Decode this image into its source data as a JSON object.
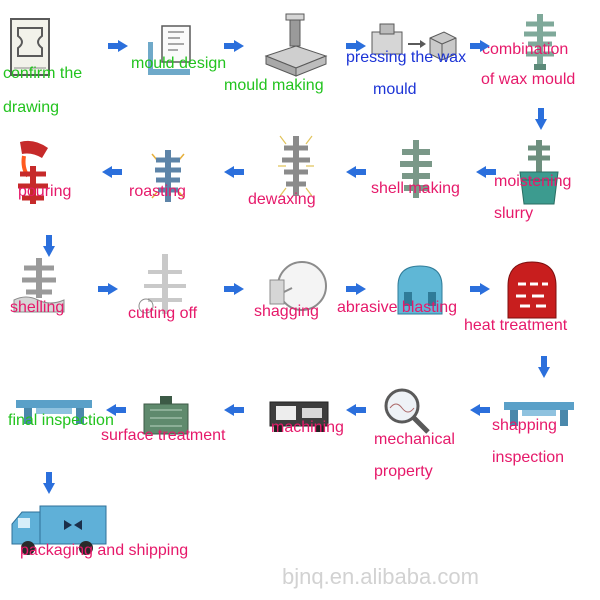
{
  "colors": {
    "green": "#22c31e",
    "pink": "#e6196a",
    "blue": "#1c34d6",
    "arrow": "#2b6fdc",
    "watermark": "#d2d2d2"
  },
  "steps": [
    {
      "id": "confirm-the-drawing",
      "lines": [
        "confirm the",
        "drawing"
      ],
      "color": "green",
      "icon": "drawing-icon"
    },
    {
      "id": "mould-design",
      "lines": [
        "mould design"
      ],
      "color": "green",
      "icon": "design-icon"
    },
    {
      "id": "mould-making",
      "lines": [
        "mould making"
      ],
      "color": "green",
      "icon": "mould-icon"
    },
    {
      "id": "pressing-the-wax-mould",
      "lines": [
        "pressing the wax",
        "mould"
      ],
      "color": "blue",
      "icon": "press-icon"
    },
    {
      "id": "combination-of-wax-mould",
      "lines": [
        "combination",
        "of wax mould"
      ],
      "color": "pink",
      "icon": "tree-icon"
    },
    {
      "id": "moistening-slurry",
      "lines": [
        "moistening",
        "slurry"
      ],
      "color": "pink",
      "icon": "slurry-icon"
    },
    {
      "id": "shell-making",
      "lines": [
        "shell making"
      ],
      "color": "pink",
      "icon": "shell-icon"
    },
    {
      "id": "dewaxing",
      "lines": [
        "dewaxing"
      ],
      "color": "pink",
      "icon": "dewax-icon"
    },
    {
      "id": "roasting",
      "lines": [
        "roasting"
      ],
      "color": "pink",
      "icon": "roast-icon"
    },
    {
      "id": "pouring",
      "lines": [
        "pouring"
      ],
      "color": "pink",
      "icon": "pour-icon"
    },
    {
      "id": "shelling",
      "lines": [
        "shelling"
      ],
      "color": "pink",
      "icon": "shelling-icon"
    },
    {
      "id": "cutting-off",
      "lines": [
        "cutting off"
      ],
      "color": "pink",
      "icon": "cut-icon"
    },
    {
      "id": "shagging",
      "lines": [
        "shagging"
      ],
      "color": "pink",
      "icon": "grind-icon"
    },
    {
      "id": "abrasive-blasting",
      "lines": [
        "abrasive blasting"
      ],
      "color": "pink",
      "icon": "blast-icon"
    },
    {
      "id": "heat-treatment",
      "lines": [
        "heat treatment"
      ],
      "color": "pink",
      "icon": "furnace-icon"
    },
    {
      "id": "shapping-inspection",
      "lines": [
        "shapping",
        "inspection"
      ],
      "color": "pink",
      "icon": "shaping-icon"
    },
    {
      "id": "mechanical-property",
      "lines": [
        "mechanical",
        "property"
      ],
      "color": "pink",
      "icon": "magnifier-icon"
    },
    {
      "id": "machining",
      "lines": [
        "machining"
      ],
      "color": "pink",
      "icon": "lathe-icon"
    },
    {
      "id": "surface-treatment",
      "lines": [
        "surface treatment"
      ],
      "color": "pink",
      "icon": "treatment-icon"
    },
    {
      "id": "final-inspection",
      "lines": [
        "final inspection"
      ],
      "color": "green",
      "icon": "inspection-icon"
    },
    {
      "id": "packaging-and-shipping",
      "lines": [
        "packaging and shipping"
      ],
      "color": "pink",
      "icon": "truck-icon"
    }
  ],
  "arrows": [
    {
      "name": "arrow-1-to-2",
      "dir": "right"
    },
    {
      "name": "arrow-2-to-3",
      "dir": "right"
    },
    {
      "name": "arrow-3-to-4",
      "dir": "right"
    },
    {
      "name": "arrow-4-to-5",
      "dir": "right"
    },
    {
      "name": "arrow-5-to-6",
      "dir": "down"
    },
    {
      "name": "arrow-6-to-7",
      "dir": "left"
    },
    {
      "name": "arrow-7-to-8",
      "dir": "left"
    },
    {
      "name": "arrow-8-to-9",
      "dir": "left"
    },
    {
      "name": "arrow-9-to-10",
      "dir": "left"
    },
    {
      "name": "arrow-10-to-11",
      "dir": "down"
    },
    {
      "name": "arrow-11-to-12",
      "dir": "right"
    },
    {
      "name": "arrow-12-to-13",
      "dir": "right"
    },
    {
      "name": "arrow-13-to-14",
      "dir": "right"
    },
    {
      "name": "arrow-14-to-15",
      "dir": "right"
    },
    {
      "name": "arrow-15-to-16",
      "dir": "down"
    },
    {
      "name": "arrow-16-to-17",
      "dir": "left"
    },
    {
      "name": "arrow-17-to-18",
      "dir": "left"
    },
    {
      "name": "arrow-18-to-19",
      "dir": "left"
    },
    {
      "name": "arrow-19-to-20",
      "dir": "left"
    },
    {
      "name": "arrow-20-to-21",
      "dir": "down"
    }
  ],
  "watermark": "bjnq.en.alibaba.com"
}
